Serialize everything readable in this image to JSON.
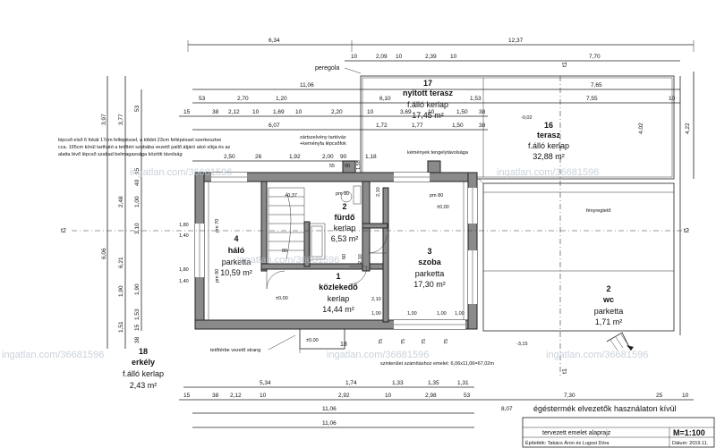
{
  "top_dims": {
    "row1": [
      "6,34",
      "12,37"
    ],
    "row2": [
      "10",
      "2,09",
      "10",
      "2,39",
      "10",
      "7,70"
    ],
    "row3": [
      "11,06",
      "7,65"
    ],
    "row4": [
      "53",
      "2,70",
      "1,20",
      "6,10",
      "1,53",
      "7,55",
      "10"
    ],
    "row5": [
      "15",
      "38",
      "2,12",
      "10",
      "1,69",
      "10",
      "2,20",
      "10",
      "3,69",
      "10",
      "1,50",
      "38"
    ],
    "row6": [
      "6,07",
      "1,72",
      "1,77",
      "1,50",
      "38"
    ],
    "row7": [
      "2,50",
      "26",
      "1,92",
      "2,00",
      "90",
      "1,18"
    ]
  },
  "left_dims": [
    "3,97",
    "3,77",
    "53",
    "15",
    "40",
    "1,00",
    "2,48",
    "3,10",
    "6,06",
    "6,21",
    "1,90",
    "1,90",
    "1,53",
    "15",
    "38",
    "1,51"
  ],
  "bottom_dims": {
    "row1": [
      "5,34",
      "1,74",
      "1,33",
      "1,35",
      "1,31"
    ],
    "row2": [
      "15",
      "38",
      "2,12",
      "10",
      "2,92",
      "10",
      "2,98",
      "53",
      "7,30",
      "25",
      "10"
    ],
    "row3": [
      "11,06",
      "8,07"
    ],
    "row4": [
      "11,06"
    ]
  },
  "rooms": [
    {
      "num": "17",
      "name": "nyitott terasz",
      "finish": "f.álló kerlap",
      "area": "17,45 m²"
    },
    {
      "num": "16",
      "name": "terasz",
      "finish": "f.álló kerlap",
      "area": "32,88 m²"
    },
    {
      "num": "2",
      "name": "fürdő",
      "finish": "kerlap",
      "area": "6,53 m²"
    },
    {
      "num": "4",
      "name": "háló",
      "finish": "parketta",
      "area": "10,59 m²"
    },
    {
      "num": "3",
      "name": "szoba",
      "finish": "parketta",
      "area": "17,30 m²"
    },
    {
      "num": "1",
      "name": "közlekedő",
      "finish": "kerlap",
      "area": "14,44 m²"
    },
    {
      "num": "2",
      "name": "wc",
      "finish": "parketta",
      "area": "1,71 m²"
    },
    {
      "num": "18",
      "name": "erkély",
      "finish": "f.álló kerlap",
      "area": "2,43 m²"
    }
  ],
  "annotations": {
    "peregola": "peregola",
    "stair_note_1": "lépcső első 6 fokát 17cm fellépéssel, a többit 23cm fellépéssel szerkesztve",
    "stair_note_2": "cca. 195cm körül tartható a tetőtéri szobába vezető pallő átjáró alsó síkja és az",
    "stair_note_3": "alatta lévő lépcső szabad belmagassága közötti távolság",
    "zart_tartovaz": "zártszelvény tartóváz",
    "kemenyfa": "+keményfa lépcsőfok",
    "kemenyek": "kémények tengelytávolsága",
    "fenyregteto": "fényregtető",
    "tetoter": "tetőtérbe vezető strang",
    "szinterulet": "szinterület számításhoz emelet: 6,06x11,06=67,02m",
    "level_pm": "±0,00",
    "level_neg1": "-0,02",
    "level_neg2": "-3,15",
    "pm80a": "pm 80",
    "pm80b": "pm 80",
    "pm70": "pm 70",
    "pm90": "pm 90",
    "axis_t1": "t1",
    "axis_t2": "t2",
    "label_18": "18",
    "d55a": "55",
    "d90": "90",
    "d155": "1,55",
    "d210a": "2,10",
    "d210b": "2,10",
    "d210c": "2,10",
    "d180a": "1,80",
    "d180b": "1,80",
    "d140a": "1,40",
    "d140b": "1,40",
    "d100s": [
      "1,00",
      "1,00",
      "1,00",
      "1,00"
    ],
    "d75s": [
      "75",
      "75",
      "75",
      "75"
    ],
    "d80": "80",
    "d037": "+0,37",
    "d60": "60"
  },
  "watermarks": [
    "ingatlan.com/36681596",
    "ingatlan.com/36681596",
    "ingatlan.com/36681596",
    "ingatlan.com/36681596",
    "ingatlan.com/36681596",
    "ingatlan.com/36681596"
  ],
  "title_block": {
    "header": "égéstermék elvezetők használaton kívül",
    "plan": "tervezett emelet alaprajz",
    "scale": "M=1:100",
    "designers": "Építették: Takács Áron és Lugosi Dóra",
    "date": "Dátum: 2019.11."
  }
}
